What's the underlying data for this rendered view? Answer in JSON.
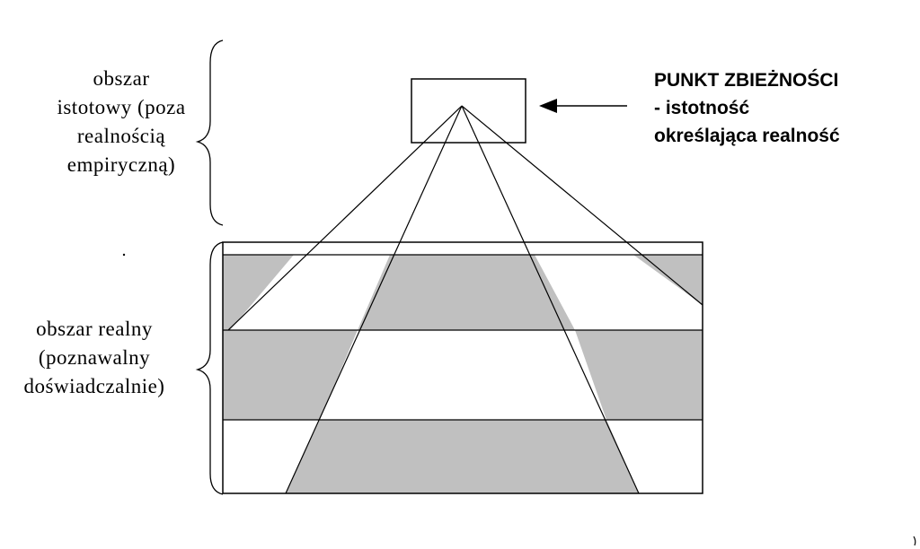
{
  "ideal_region": {
    "lines": [
      "obszar",
      "istotowy (poza",
      "realnością",
      "empiryczną)"
    ]
  },
  "real_region": {
    "lines": [
      "obszar realny",
      "(poznawalny",
      "doświadczalnie)"
    ]
  },
  "vanishing_point": {
    "lines": [
      "PUNKT ZBIEŻNOŚCI",
      "- istotność",
      "określająca realność"
    ]
  },
  "colors": {
    "band_gray": "#c0c0c0",
    "stroke": "#000000",
    "background": "#ffffff"
  }
}
